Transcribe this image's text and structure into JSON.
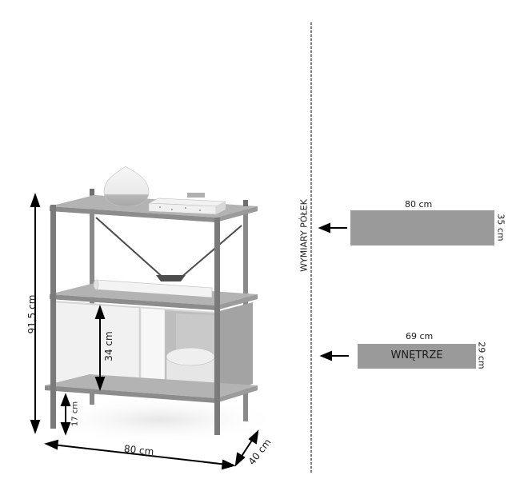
{
  "illustration": {
    "name": "Shelving unit with sliding door cabinet",
    "decor_items": [
      "vase-diffuser",
      "book",
      "rolled-paper",
      "round-box"
    ]
  },
  "dimensions": {
    "height_total": "91,5 cm",
    "cabinet_height": "34 cm",
    "leg_clearance": "17 cm",
    "width": "80 cm",
    "depth": "40 cm"
  },
  "shelf_dimensions": {
    "section_label": "WYMIARY PÓŁEK",
    "shelf": {
      "width": "80 cm",
      "depth": "35 cm",
      "label": ""
    },
    "interior": {
      "width": "69 cm",
      "depth": "29 cm",
      "label": "WNĘTRZE"
    }
  },
  "colors": {
    "box_fill": "#9a9a9a",
    "frame": "#6e6e6e",
    "shelf": "#a8a8a8",
    "arrow": "#000000",
    "dashed_line": "#555555"
  }
}
